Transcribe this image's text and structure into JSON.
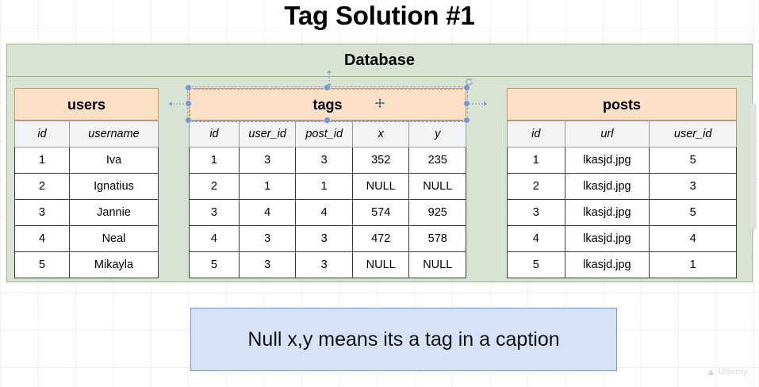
{
  "slide": {
    "title": "Tag Solution #1",
    "watermark": "Udemy"
  },
  "database": {
    "title": "Database",
    "fill_color": "#d9e3d3",
    "border_color": "#9cb286"
  },
  "tables": {
    "users": {
      "name": "users",
      "columns": [
        "id",
        "username"
      ],
      "rows": [
        [
          "1",
          "Iva"
        ],
        [
          "2",
          "Ignatius"
        ],
        [
          "3",
          "Jannie"
        ],
        [
          "4",
          "Neal"
        ],
        [
          "5",
          "Mikayla"
        ]
      ]
    },
    "tags": {
      "name": "tags",
      "selected": true,
      "columns": [
        "id",
        "user_id",
        "post_id",
        "x",
        "y"
      ],
      "rows": [
        [
          "1",
          "3",
          "3",
          "352",
          "235"
        ],
        [
          "2",
          "1",
          "1",
          "NULL",
          "NULL"
        ],
        [
          "3",
          "4",
          "4",
          "574",
          "925"
        ],
        [
          "4",
          "3",
          "3",
          "472",
          "578"
        ],
        [
          "5",
          "3",
          "3",
          "NULL",
          "NULL"
        ]
      ],
      "null_value": "NULL",
      "null_highlight_color": "#d4e2f7"
    },
    "posts": {
      "name": "posts",
      "columns": [
        "id",
        "url",
        "user_id"
      ],
      "rows": [
        [
          "1",
          "lkasjd.jpg",
          "5"
        ],
        [
          "2",
          "lkasjd.jpg",
          "3"
        ],
        [
          "3",
          "lkasjd.jpg",
          "5"
        ],
        [
          "4",
          "lkasjd.jpg",
          "4"
        ],
        [
          "5",
          "lkasjd.jpg",
          "1"
        ]
      ]
    }
  },
  "note": {
    "text": "Null x,y means its a tag in a caption",
    "fill_color": "#d5e2f7",
    "border_color": "#6f97cb"
  },
  "theme": {
    "table_header_fill": "#fbe0c5",
    "table_header_border": "#d69a50",
    "column_header_fill": "#f1f3f4",
    "selection_color": "#7a97c8"
  }
}
